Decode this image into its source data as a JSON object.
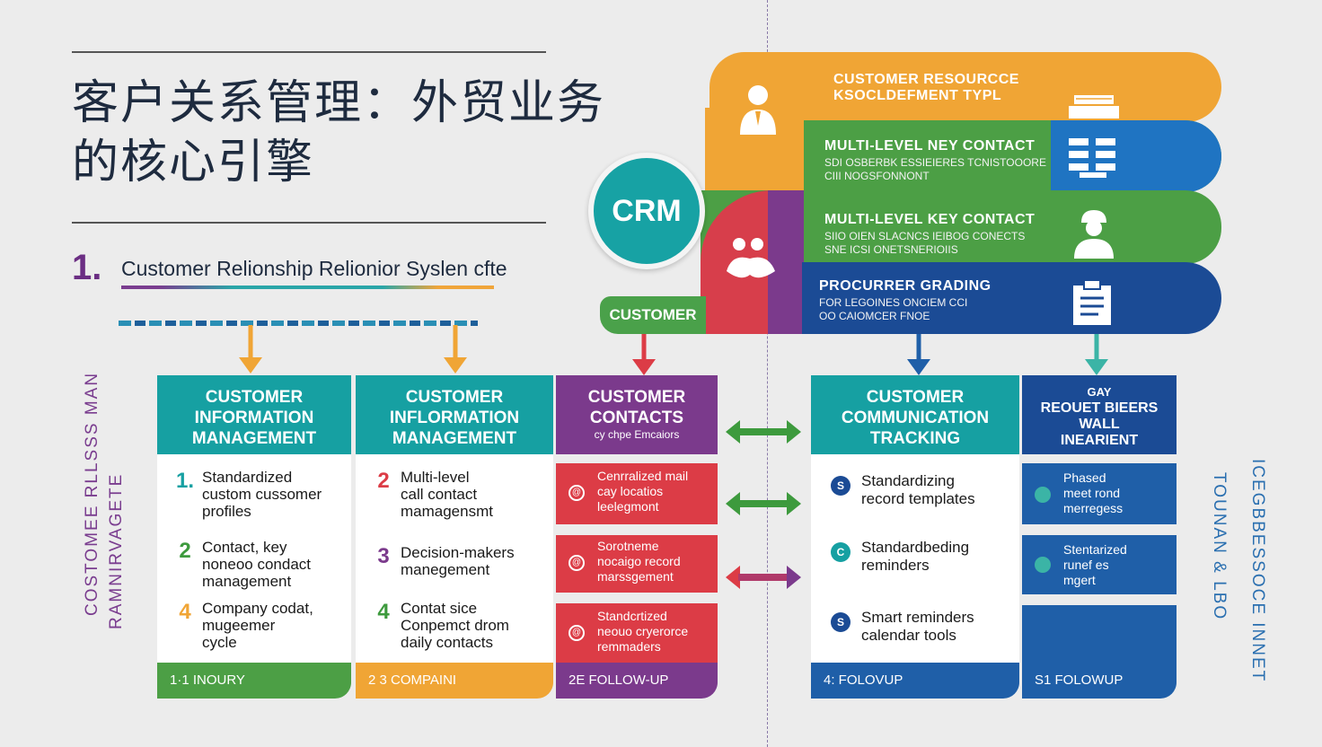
{
  "title": {
    "line1": "客户关系管理：外贸业务",
    "line2": "的核心引擎"
  },
  "section": {
    "number": "1.",
    "title": "Customer Relionship Relionior Syslen cfte"
  },
  "side_left": {
    "line1": "COSTOMEE RLLSSS MAN",
    "line2": "RAMNIRVAGETE"
  },
  "side_right": {
    "line1": "TOUNAN & LBO",
    "line2": "ICEGBBESSOCE INNET"
  },
  "crm_label": "CRM",
  "customer_tab": "CUSTOMER",
  "bands": {
    "resource": {
      "title_line1": "CUSTOMER RESOURCCE",
      "title_line2": "KSOCLDEFMENT TYPL"
    },
    "multi1": {
      "title": "MULTI-LEVEL NEY CONTACT",
      "sub_line1": "SDI OSBERBK ESSIEIERES TCNISTOOORE",
      "sub_line2": "CIII NOGSFONNONT"
    },
    "multi2": {
      "title": "MULTI-LEVEL KEY CONTACT",
      "sub_line1": "SIIO OIEN SLACNCS IEIBOG CONECTS",
      "sub_line2": "SNE ICSI ONETSNERIOIIS"
    },
    "procure": {
      "title": "PROCURRER GRADING",
      "sub_line1": "FOR LEGOINES ONCIEM CCI",
      "sub_line2": "OO CAIOMCER FNOE"
    }
  },
  "columns": {
    "info1": {
      "head": [
        "CUSTOMER",
        "INFORMATION",
        "MANAGEMENT"
      ],
      "items": [
        {
          "num": "1.",
          "text": [
            "Standardized",
            "custom cussomer",
            "profiles"
          ]
        },
        {
          "num": "2",
          "text": [
            "Contact, key",
            "noneoo condact",
            "management"
          ]
        },
        {
          "num": "4",
          "text": [
            "Company codat,",
            "mugeemer",
            "cycle"
          ]
        }
      ],
      "foot": "1·1  INOURY"
    },
    "info2": {
      "head": [
        "CUSTOMER",
        "INFLORMATION",
        "MANAGEMENT"
      ],
      "items": [
        {
          "num": "2",
          "text": [
            "Multi-level",
            "call contact",
            "mamagensmt"
          ]
        },
        {
          "num": "3",
          "text": [
            "Decision-makers",
            "manegement"
          ]
        },
        {
          "num": "4",
          "text": [
            "Contat sice",
            "Conpemct drom",
            "daily contacts"
          ]
        }
      ],
      "foot": "2 3  COMPAINI"
    },
    "contacts": {
      "head": [
        "CUSTOMER",
        "CONTACTS"
      ],
      "sub": "cy chpe Emcaiors",
      "cells": [
        [
          "Cenrralized mail",
          "cay locatios",
          "leelegmont"
        ],
        [
          "Sorotneme",
          "nocaigo record",
          "marssgement"
        ],
        [
          "Standcrtized",
          "neouo cryerorce",
          "remmaders"
        ]
      ],
      "foot": "2E  FOLLOW-UP"
    },
    "tracking": {
      "head": [
        "CUSTOMER",
        "COMMUNICATION",
        "TRACKING"
      ],
      "items": [
        {
          "badge": "S",
          "text": [
            "Standardizing",
            "record templates"
          ]
        },
        {
          "badge": "C",
          "text": [
            "Standardbeding",
            "reminders"
          ]
        },
        {
          "badge": "S",
          "text": [
            "Smart reminders",
            "calendar tools"
          ]
        }
      ],
      "foot": "4:  FOLOVUP"
    },
    "requests": {
      "head": [
        "GAY",
        "REOUET BIEERS",
        "WALL",
        "INEARIENT"
      ],
      "cells": [
        [
          "Phased",
          "meet rond",
          "merregess"
        ],
        [
          "Stentarized",
          "runef es",
          "mgert"
        ]
      ],
      "foot": "S1  FOLOWUP"
    }
  },
  "colors": {
    "teal": "#16a0a2",
    "orange": "#f0a535",
    "green": "#4c9f45",
    "purple": "#7b3a8c",
    "red": "#dc3c46",
    "blue": "#1f5fa8",
    "navy": "#1b4b95"
  }
}
